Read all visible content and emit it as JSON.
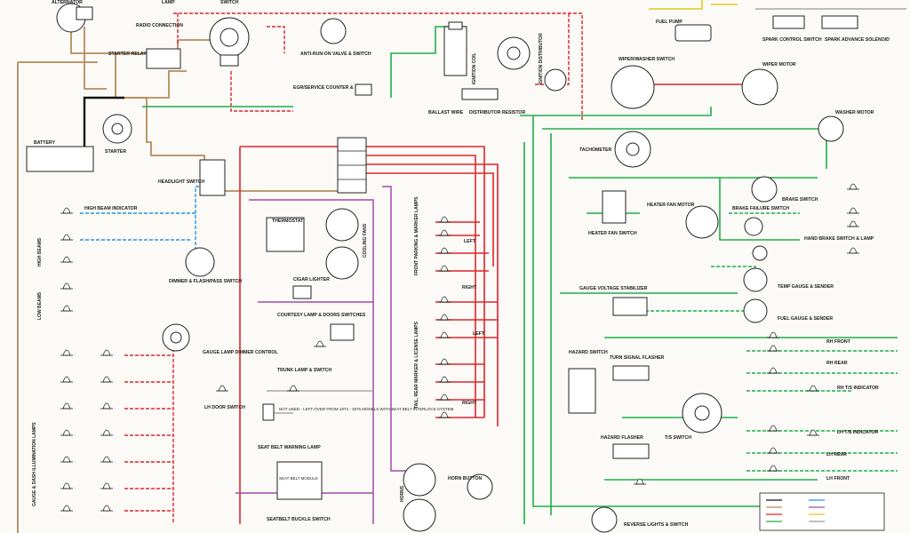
{
  "labels": {
    "alternator": "Alternator",
    "lamp": "Lamp",
    "switch_top": "Switch",
    "radio_connection": "Radio Connection",
    "starter_relay": "Starter Relay",
    "anti_run_on": "Anti-Run-On Valve & Switch",
    "ignition_coil": "Ignition Coil",
    "ballast_wire": "Ballast Wire",
    "distributor_resistor": "Distributor Resistor",
    "ignition_distributor": "Ignition Distributor",
    "service_counter": "EGR/Service Counter & Lamp",
    "battery": "Battery",
    "starter": "Starter",
    "headlight_switch": "Headlight Switch",
    "fuel_pump": "Fuel Pump",
    "spark_control_switch": "Spark Control Switch",
    "spark_advance_solenoid": "Spark Advance Solenoid",
    "wiper_washer_switch": "Wiper/Washer Switch",
    "wiper_motor": "Wiper Motor",
    "washer_motor": "Washer Motor",
    "tachometer": "Tachometer",
    "heater_fan_motor": "Heater Fan Motor",
    "heater_fan_switch": "Heater Fan Switch",
    "brake_switch": "Brake Switch",
    "brake_failure_switch": "Brake Failure Switch",
    "hand_brake_switch": "Hand Brake Switch & Lamp",
    "thermostat": "Thermostat",
    "cooling_fans": "Cooling Fans",
    "high_beam_indicator": "High Beam Indicator",
    "high_beams": "High Beams",
    "low_beams": "Low Beams",
    "dimmer_switch": "Dimmer & Flash/Pass Switch",
    "cigar_lighter": "Cigar Lighter",
    "courtesy_lamp": "Courtesy Lamp & Doors Switches",
    "trunk_lamp": "Trunk Lamp & Switch",
    "gauge_lamp_dimmer": "Gauge Lamp Dimmer Control",
    "lh_door_switch": "LH Door Switch",
    "not_used_note": "Not Used - Left-Over From 1974 - 1975 Models With Seat Belt Interlock System",
    "seat_belt_warning": "Seat Belt Warning Lamp",
    "seat_belt_module": "Seat Belt Module",
    "seatbelt_buckle": "Seatbelt Buckle Switch",
    "horns": "Horns",
    "horn_button": "Horn Button",
    "front_parking": "Front Parking & Marker Lamps",
    "tail_lamps": "Tail, Rear Marker & License Lamps",
    "gauge_voltage": "Gauge Voltage Stabilizer",
    "temp_gauge": "Temp Gauge & Sender",
    "fuel_gauge": "Fuel Gauge & Sender",
    "hazard_switch": "Hazard Switch",
    "turn_signal_flasher": "Turn Signal Flasher",
    "hazard_flasher": "Hazard Flasher",
    "ts_switch": "T/S Switch",
    "rh_front": "RH Front",
    "rh_rear": "RH Rear",
    "rh_ts_indicator": "RH T/S Indicator",
    "lh_ts_indicator": "LH T/S Indicator",
    "lh_rear": "LH Rear",
    "lh_front": "LH Front",
    "reverse_lights": "Reverse Lights & Switch",
    "gauge_dash": "Gauge & Dash Illumination Lamps",
    "left1": "Left",
    "right1": "Right",
    "left2": "Left",
    "right2": "Right"
  }
}
